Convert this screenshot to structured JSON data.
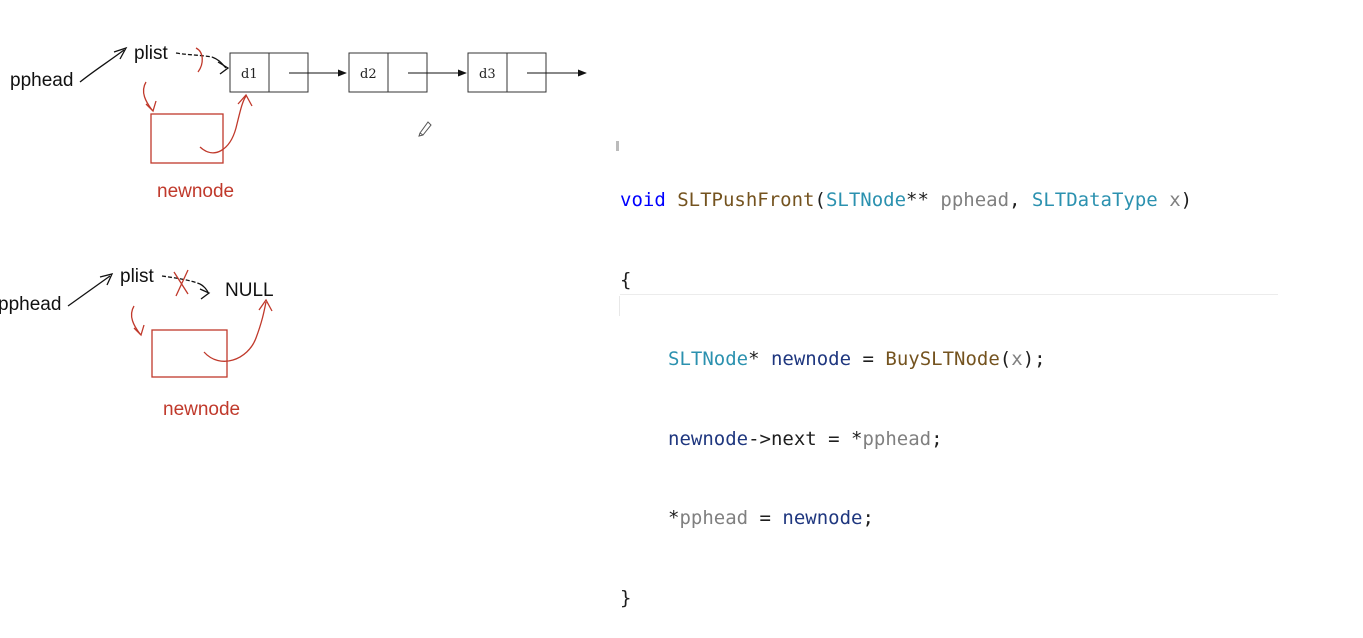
{
  "diagram": {
    "top": {
      "pphead_label": "pphead",
      "plist_label": "plist",
      "newnode_label": "newnode",
      "nodes": [
        "d1",
        "d2",
        "d3"
      ]
    },
    "bottom": {
      "pphead_label": "pphead",
      "plist_label": "plist",
      "null_label": "NULL",
      "newnode_label": "newnode"
    },
    "colors": {
      "ink": "#111111",
      "annotation": "#c0392b"
    }
  },
  "code": {
    "signature": {
      "keyword": "void",
      "func": "SLTPushFront",
      "p1_type": "SLTNode",
      "p1_ptr": "**",
      "p1_name": "pphead",
      "comma": ",",
      "p2_type": "SLTDataType",
      "p2_name": "x",
      "open": "(",
      "close": ")"
    },
    "brace_open": "{",
    "line1": {
      "type": "SLTNode",
      "ptr": "*",
      "var": "newnode",
      "assign": " = ",
      "func": "BuySLTNode",
      "arg": "x",
      "end": ");"
    },
    "line2": {
      "var": "newnode",
      "member": "->next = *",
      "param": "pphead",
      "end": ";"
    },
    "line3": {
      "deref": "*",
      "param": "pphead",
      "assign": " = ",
      "var": "newnode",
      "end": ";"
    },
    "brace_close": "}"
  }
}
